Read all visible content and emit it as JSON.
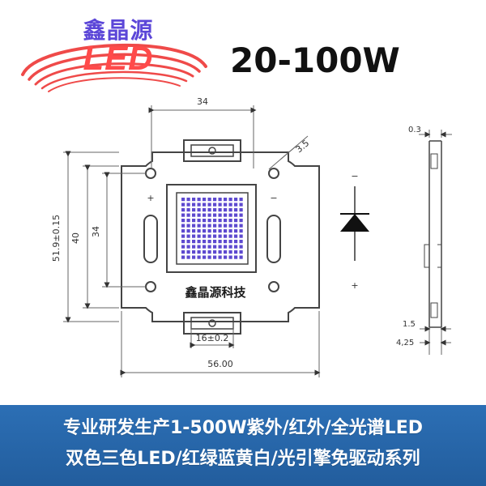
{
  "logo": {
    "chinese": "鑫晶源",
    "led": "LED",
    "colors": {
      "chinese": "#5c47d8",
      "led": "#ff4a4a",
      "swoosh": "#ef4a49"
    }
  },
  "headline": "20-100W",
  "drawing": {
    "dimensions": {
      "top_width": "34",
      "hole_diameter": "3.5",
      "overall_height": "51.9±0.15",
      "inner_height_40": "40",
      "inner_height_34": "34",
      "pad_width": "16±0.2",
      "overall_width": "56.00",
      "side_thickness": "0.3",
      "side_height_1_5": "1.5",
      "side_offset_4_25": "4,25"
    },
    "labels": {
      "plus_left": "+",
      "minus_right": "−",
      "plus_bottom": "+",
      "minus_top": "−"
    },
    "brand_tech": "鑫晶源科技"
  },
  "banner": {
    "line1": "专业研发生产1-500W紫外/红外/全光谱LED",
    "line2": "双色三色LED/红绿蓝黄白/光引擎免驱动系列",
    "colors": {
      "background": "#2c6fb5",
      "text": "#ffffff"
    }
  },
  "icons": {
    "logo_swoosh": "arc-swoosh-icon",
    "diode": "diode-symbol-icon"
  }
}
